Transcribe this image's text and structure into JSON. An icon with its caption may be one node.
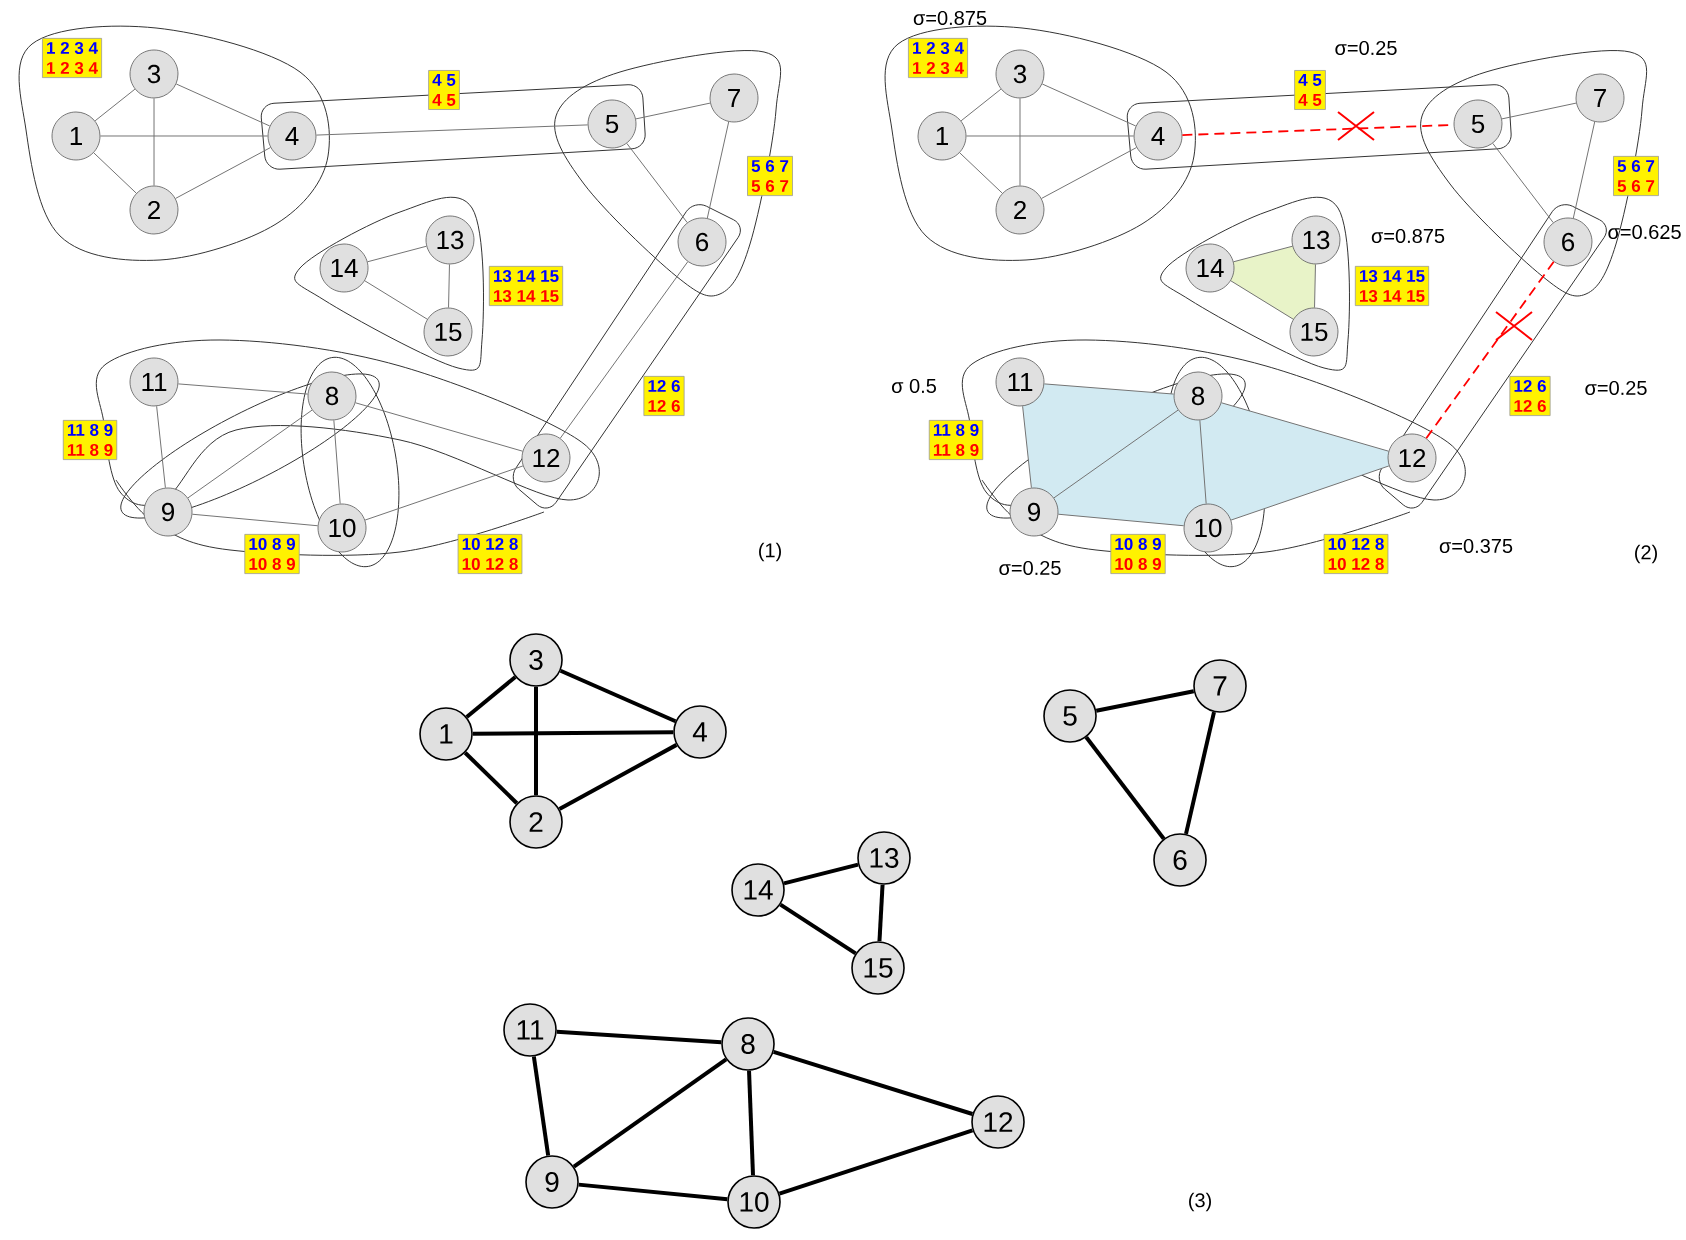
{
  "diagram": {
    "nodes": [
      {
        "text": [
          "1"
        ]
      },
      {
        "text": [
          "2"
        ]
      },
      {
        "text": [
          "3"
        ]
      },
      {
        "text": [
          "4"
        ]
      },
      {
        "text": [
          "5"
        ]
      },
      {
        "text": [
          "6"
        ]
      },
      {
        "text": [
          "7"
        ]
      },
      {
        "text": [
          "8"
        ]
      },
      {
        "text": [
          "9"
        ]
      },
      {
        "text": [
          "10"
        ]
      },
      {
        "text": [
          "11"
        ]
      },
      {
        "text": [
          "12"
        ]
      },
      {
        "text": [
          "13"
        ]
      },
      {
        "text": [
          "14"
        ]
      },
      {
        "text": [
          "15"
        ]
      },
      {
        "text": [
          "1 2 3 4",
          "1 2 3 4"
        ]
      },
      {
        "text": [
          "4 5",
          "4 5"
        ]
      },
      {
        "text": [
          "5 6 7",
          "5 6 7"
        ]
      },
      {
        "text": [
          "13 14 15",
          "13 14 15"
        ]
      },
      {
        "text": [
          "12 6",
          "12 6"
        ]
      },
      {
        "text": [
          "11 8 9",
          "11 8 9"
        ]
      },
      {
        "text": [
          "10 8 9",
          "10 8 9"
        ]
      },
      {
        "text": [
          "10 12 8",
          "10 12 8"
        ]
      },
      {
        "text": [
          "1"
        ]
      },
      {
        "text": [
          "2"
        ]
      },
      {
        "text": [
          "3"
        ]
      },
      {
        "text": [
          "4"
        ]
      },
      {
        "text": [
          "5"
        ]
      },
      {
        "text": [
          "6"
        ]
      },
      {
        "text": [
          "7"
        ]
      },
      {
        "text": [
          "8"
        ]
      },
      {
        "text": [
          "9"
        ]
      },
      {
        "text": [
          "10"
        ]
      },
      {
        "text": [
          "11"
        ]
      },
      {
        "text": [
          "12"
        ]
      },
      {
        "text": [
          "13"
        ]
      },
      {
        "text": [
          "14"
        ]
      },
      {
        "text": [
          "15"
        ]
      },
      {
        "text": [
          "1 2 3 4",
          "1 2 3 4"
        ]
      },
      {
        "text": [
          "4 5",
          "4 5"
        ]
      },
      {
        "text": [
          "5 6 7",
          "5 6 7"
        ]
      },
      {
        "text": [
          "13 14 15",
          "13 14 15"
        ]
      },
      {
        "text": [
          "12 6",
          "12 6"
        ]
      },
      {
        "text": [
          "11 8 9",
          "11 8 9"
        ]
      },
      {
        "text": [
          "10 8 9",
          "10 8 9"
        ]
      },
      {
        "text": [
          "10 12 8",
          "10 12 8"
        ]
      },
      {
        "text": [
          "1"
        ]
      },
      {
        "text": [
          "2"
        ]
      },
      {
        "text": [
          "3"
        ]
      },
      {
        "text": [
          "4"
        ]
      },
      {
        "text": [
          "5"
        ]
      },
      {
        "text": [
          "6"
        ]
      },
      {
        "text": [
          "7"
        ]
      },
      {
        "text": [
          "8"
        ]
      },
      {
        "text": [
          "9"
        ]
      },
      {
        "text": [
          "10"
        ]
      },
      {
        "text": [
          "11"
        ]
      },
      {
        "text": [
          "12"
        ]
      },
      {
        "text": [
          "13"
        ]
      },
      {
        "text": [
          "14"
        ]
      },
      {
        "text": [
          "15"
        ]
      }
    ],
    "edges": [
      {
        "from": 0,
        "to": 2,
        "arrow": "none"
      },
      {
        "from": 0,
        "to": 1,
        "arrow": "none"
      },
      {
        "from": 0,
        "to": 3,
        "arrow": "none"
      },
      {
        "from": 2,
        "to": 3,
        "arrow": "none"
      },
      {
        "from": 2,
        "to": 1,
        "arrow": "none"
      },
      {
        "from": 1,
        "to": 3,
        "arrow": "none"
      },
      {
        "from": 3,
        "to": 4,
        "arrow": "none"
      },
      {
        "from": 4,
        "to": 6,
        "arrow": "none"
      },
      {
        "from": 4,
        "to": 5,
        "arrow": "none"
      },
      {
        "from": 6,
        "to": 5,
        "arrow": "none"
      },
      {
        "from": 13,
        "to": 12,
        "arrow": "none"
      },
      {
        "from": 12,
        "to": 14,
        "arrow": "none"
      },
      {
        "from": 13,
        "to": 14,
        "arrow": "none"
      },
      {
        "from": 10,
        "to": 7,
        "arrow": "none"
      },
      {
        "from": 10,
        "to": 8,
        "arrow": "none"
      },
      {
        "from": 8,
        "to": 7,
        "arrow": "none"
      },
      {
        "from": 7,
        "to": 9,
        "arrow": "none"
      },
      {
        "from": 7,
        "to": 11,
        "arrow": "none"
      },
      {
        "from": 8,
        "to": 9,
        "arrow": "none"
      },
      {
        "from": 9,
        "to": 11,
        "arrow": "none"
      },
      {
        "from": 11,
        "to": 5,
        "arrow": "none"
      },
      {
        "from": 23,
        "to": 25,
        "arrow": "none"
      },
      {
        "from": 23,
        "to": 24,
        "arrow": "none"
      },
      {
        "from": 23,
        "to": 26,
        "arrow": "none"
      },
      {
        "from": 25,
        "to": 26,
        "arrow": "none"
      },
      {
        "from": 25,
        "to": 24,
        "arrow": "none"
      },
      {
        "from": 24,
        "to": 26,
        "arrow": "none"
      },
      {
        "from": 26,
        "to": 27,
        "arrow": "none",
        "style": "dashed",
        "color": "#ff0000"
      },
      {
        "from": 27,
        "to": 29,
        "arrow": "none"
      },
      {
        "from": 27,
        "to": 28,
        "arrow": "none"
      },
      {
        "from": 29,
        "to": 28,
        "arrow": "none"
      },
      {
        "from": 36,
        "to": 35,
        "arrow": "none"
      },
      {
        "from": 35,
        "to": 37,
        "arrow": "none"
      },
      {
        "from": 36,
        "to": 37,
        "arrow": "none"
      },
      {
        "from": 33,
        "to": 30,
        "arrow": "none"
      },
      {
        "from": 33,
        "to": 31,
        "arrow": "none"
      },
      {
        "from": 31,
        "to": 30,
        "arrow": "none"
      },
      {
        "from": 30,
        "to": 32,
        "arrow": "none"
      },
      {
        "from": 30,
        "to": 34,
        "arrow": "none"
      },
      {
        "from": 31,
        "to": 32,
        "arrow": "none"
      },
      {
        "from": 32,
        "to": 34,
        "arrow": "none"
      },
      {
        "from": 34,
        "to": 28,
        "arrow": "none",
        "style": "dashed",
        "color": "#ff0000"
      },
      {
        "from": 46,
        "to": 48,
        "arrow": "none",
        "style": "thick",
        "color": "#000000"
      },
      {
        "from": 46,
        "to": 47,
        "arrow": "none",
        "style": "thick",
        "color": "#000000"
      },
      {
        "from": 46,
        "to": 49,
        "arrow": "none",
        "style": "thick",
        "color": "#000000"
      },
      {
        "from": 48,
        "to": 49,
        "arrow": "none",
        "style": "thick",
        "color": "#000000"
      },
      {
        "from": 48,
        "to": 47,
        "arrow": "none",
        "style": "thick",
        "color": "#000000"
      },
      {
        "from": 47,
        "to": 49,
        "arrow": "none",
        "style": "thick",
        "color": "#000000"
      },
      {
        "from": 50,
        "to": 52,
        "arrow": "none",
        "style": "thick",
        "color": "#000000"
      },
      {
        "from": 50,
        "to": 51,
        "arrow": "none",
        "style": "thick",
        "color": "#000000"
      },
      {
        "from": 52,
        "to": 51,
        "arrow": "none",
        "style": "thick",
        "color": "#000000"
      },
      {
        "from": 59,
        "to": 58,
        "arrow": "none",
        "style": "thick",
        "color": "#000000"
      },
      {
        "from": 58,
        "to": 60,
        "arrow": "none",
        "style": "thick",
        "color": "#000000"
      },
      {
        "from": 59,
        "to": 60,
        "arrow": "none",
        "style": "thick",
        "color": "#000000"
      },
      {
        "from": 56,
        "to": 53,
        "arrow": "none",
        "style": "thick",
        "color": "#000000"
      },
      {
        "from": 56,
        "to": 54,
        "arrow": "none",
        "style": "thick",
        "color": "#000000"
      },
      {
        "from": 54,
        "to": 53,
        "arrow": "none",
        "style": "thick",
        "color": "#000000"
      },
      {
        "from": 53,
        "to": 55,
        "arrow": "none",
        "style": "thick",
        "color": "#000000"
      },
      {
        "from": 53,
        "to": 57,
        "arrow": "none",
        "style": "thick",
        "color": "#000000"
      },
      {
        "from": 54,
        "to": 55,
        "arrow": "none",
        "style": "thick",
        "color": "#000000"
      },
      {
        "from": 55,
        "to": 57,
        "arrow": "none",
        "style": "thick",
        "color": "#000000"
      }
    ],
    "labels": [
      "σ=0.875",
      "σ=0.25",
      "σ=0.875",
      "σ=0.625",
      "σ 0.5",
      "σ=0.25",
      "σ=0.375",
      "(1)",
      "(2)",
      "σ=0.25",
      "(3)"
    ]
  }
}
